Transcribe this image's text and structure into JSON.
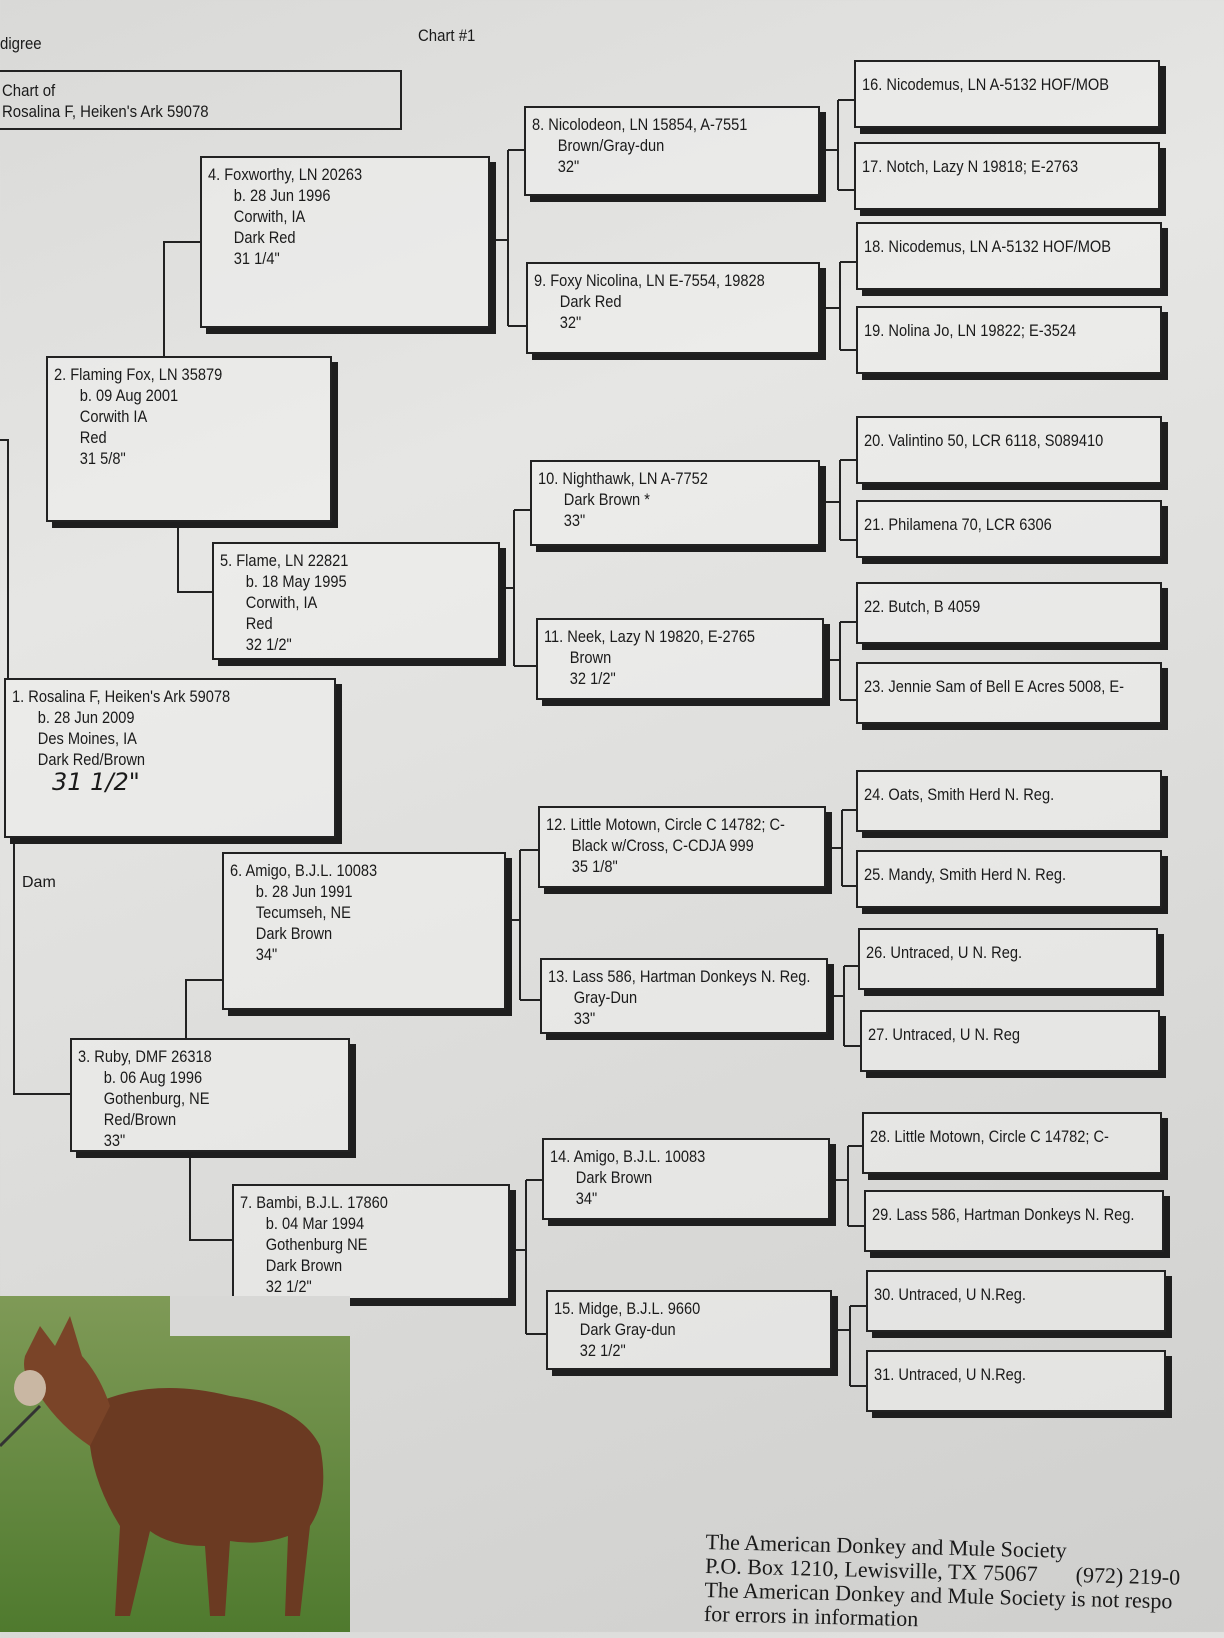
{
  "header": {
    "title_fragment": "digree",
    "chart_number": "Chart #1"
  },
  "title_box": {
    "line1": "Chart of",
    "line2": "Rosalina F, Heiken's Ark 59078"
  },
  "dam_label": "Dam",
  "horses": [
    {
      "n": "1",
      "lines": [
        "1. Rosalina F, Heiken's Ark 59078",
        "b. 28 Jun 2009",
        "Des Moines, IA",
        "Dark Red/Brown"
      ],
      "handwritten": "31 1/2\""
    },
    {
      "n": "2",
      "lines": [
        "2. Flaming Fox, LN 35879",
        "b. 09 Aug 2001",
        "Corwith IA",
        "Red",
        "31 5/8\""
      ]
    },
    {
      "n": "3",
      "lines": [
        "3. Ruby, DMF 26318",
        "b. 06 Aug 1996",
        "Gothenburg, NE",
        "Red/Brown",
        "33\""
      ]
    },
    {
      "n": "4",
      "lines": [
        "4. Foxworthy, LN 20263",
        "b. 28 Jun 1996",
        "Corwith, IA",
        "Dark Red",
        "31 1/4\""
      ]
    },
    {
      "n": "5",
      "lines": [
        "5. Flame, LN 22821",
        "b. 18 May 1995",
        "Corwith, IA",
        "Red",
        "32 1/2\""
      ]
    },
    {
      "n": "6",
      "lines": [
        "6. Amigo, B.J.L. 10083",
        "b. 28 Jun 1991",
        "Tecumseh, NE",
        "Dark Brown",
        "34\""
      ]
    },
    {
      "n": "7",
      "lines": [
        "7. Bambi, B.J.L. 17860",
        "b. 04 Mar 1994",
        "Gothenburg NE",
        "Dark Brown",
        "32 1/2\""
      ]
    },
    {
      "n": "8",
      "lines": [
        "8. Nicolodeon, LN 15854, A-7551",
        "Brown/Gray-dun",
        "32\""
      ]
    },
    {
      "n": "9",
      "lines": [
        "9. Foxy Nicolina, LN E-7554, 19828",
        "Dark Red",
        "32\""
      ]
    },
    {
      "n": "10",
      "lines": [
        "10. Nighthawk, LN A-7752",
        "Dark Brown *",
        "33\""
      ]
    },
    {
      "n": "11",
      "lines": [
        "11. Neek, Lazy N 19820, E-2765",
        "Brown",
        "32 1/2\""
      ]
    },
    {
      "n": "12",
      "lines": [
        "12. Little Motown, Circle C 14782; C-",
        "Black w/Cross, C-CDJA 999",
        "35 1/8\""
      ]
    },
    {
      "n": "13",
      "lines": [
        "13. Lass 586, Hartman Donkeys N. Reg.",
        "Gray-Dun",
        "33\""
      ]
    },
    {
      "n": "14",
      "lines": [
        "14. Amigo, B.J.L. 10083",
        "Dark Brown",
        "34\""
      ]
    },
    {
      "n": "15",
      "lines": [
        "15. Midge, B.J.L. 9660",
        "Dark Gray-dun",
        "32 1/2\""
      ]
    },
    {
      "n": "16",
      "lines": [
        "16. Nicodemus, LN A-5132 HOF/MOB"
      ]
    },
    {
      "n": "17",
      "lines": [
        "17. Notch, Lazy N 19818; E-2763"
      ]
    },
    {
      "n": "18",
      "lines": [
        "18. Nicodemus, LN A-5132 HOF/MOB"
      ]
    },
    {
      "n": "19",
      "lines": [
        "19. Nolina Jo, LN 19822; E-3524"
      ]
    },
    {
      "n": "20",
      "lines": [
        "20. Valintino 50, LCR 6118, S089410"
      ]
    },
    {
      "n": "21",
      "lines": [
        "21. Philamena 70, LCR 6306"
      ]
    },
    {
      "n": "22",
      "lines": [
        "22. Butch, B 4059"
      ]
    },
    {
      "n": "23",
      "lines": [
        "23. Jennie Sam of Bell E Acres 5008, E-"
      ]
    },
    {
      "n": "24",
      "lines": [
        "24. Oats, Smith Herd N. Reg."
      ]
    },
    {
      "n": "25",
      "lines": [
        "25. Mandy, Smith Herd N. Reg."
      ]
    },
    {
      "n": "26",
      "lines": [
        "26. Untraced, U N. Reg."
      ]
    },
    {
      "n": "27",
      "lines": [
        "27. Untraced, U N. Reg"
      ]
    },
    {
      "n": "28",
      "lines": [
        "28. Little Motown, Circle C 14782; C-"
      ]
    },
    {
      "n": "29",
      "lines": [
        "29. Lass 586, Hartman Donkeys N. Reg."
      ]
    },
    {
      "n": "30",
      "lines": [
        "30. Untraced, U N.Reg."
      ]
    },
    {
      "n": "31",
      "lines": [
        "31. Untraced, U N.Reg."
      ]
    }
  ],
  "footer": {
    "line1": "The American Donkey and Mule Society",
    "line2": "P.O. Box 1210, Lewisville, TX 75067",
    "phone": "(972) 219-0",
    "line3": "The American Donkey and Mule Society is not respo",
    "line4": "for errors in information"
  }
}
